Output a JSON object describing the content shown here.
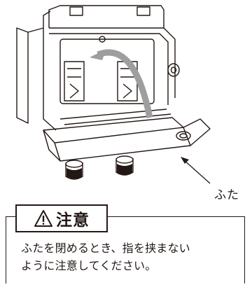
{
  "figure": {
    "callout_label": "ふた"
  },
  "caution": {
    "heading": "注意",
    "icon": "warning-triangle-icon",
    "line1": "ふたを閉めるとき、指を挟まない",
    "line2": "ように注意してください。"
  },
  "colors": {
    "ink": "#231815",
    "arrow": "#9e9e9f"
  }
}
